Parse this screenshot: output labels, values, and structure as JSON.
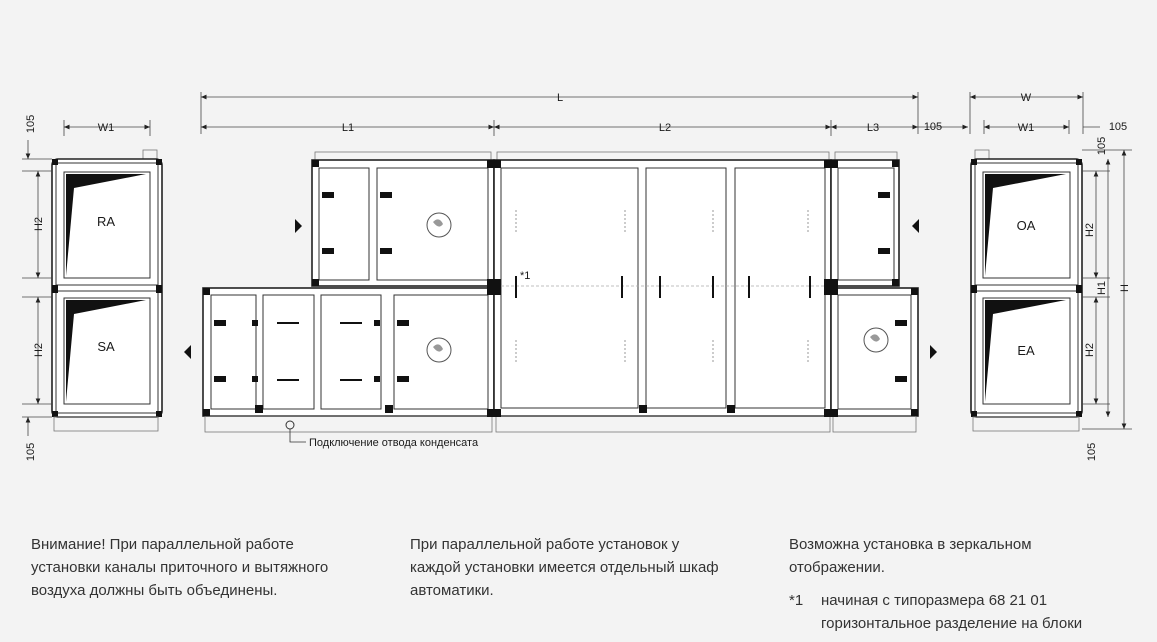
{
  "dims": {
    "L": "L",
    "L1": "L1",
    "L2": "L2",
    "L3": "L3",
    "W": "W",
    "W1": "W1",
    "W1_right": "W1",
    "H": "H",
    "H1": "H1",
    "H2": "H2",
    "d105": "105"
  },
  "labels": {
    "RA": "RA",
    "SA": "SA",
    "OA": "OA",
    "EA": "EA"
  },
  "footnote_mark": "*1",
  "condensate_label": "Подключение отвода конденсата",
  "notes": {
    "left": [
      "Внимание! При параллельной работе",
      "установки каналы приточного и вытяжного",
      "воздуха должны быть объединены."
    ],
    "middle": [
      "При параллельной работе установок у",
      "каждой установки имеется отдельный шкаф",
      "автоматики."
    ],
    "right": [
      "Возможна установка в зеркальном",
      "отображении."
    ]
  },
  "footnote": {
    "mark": "*1",
    "lines": [
      "начиная с типоразмера 68 21 01",
      "горизонтальное разделение на блоки"
    ]
  }
}
